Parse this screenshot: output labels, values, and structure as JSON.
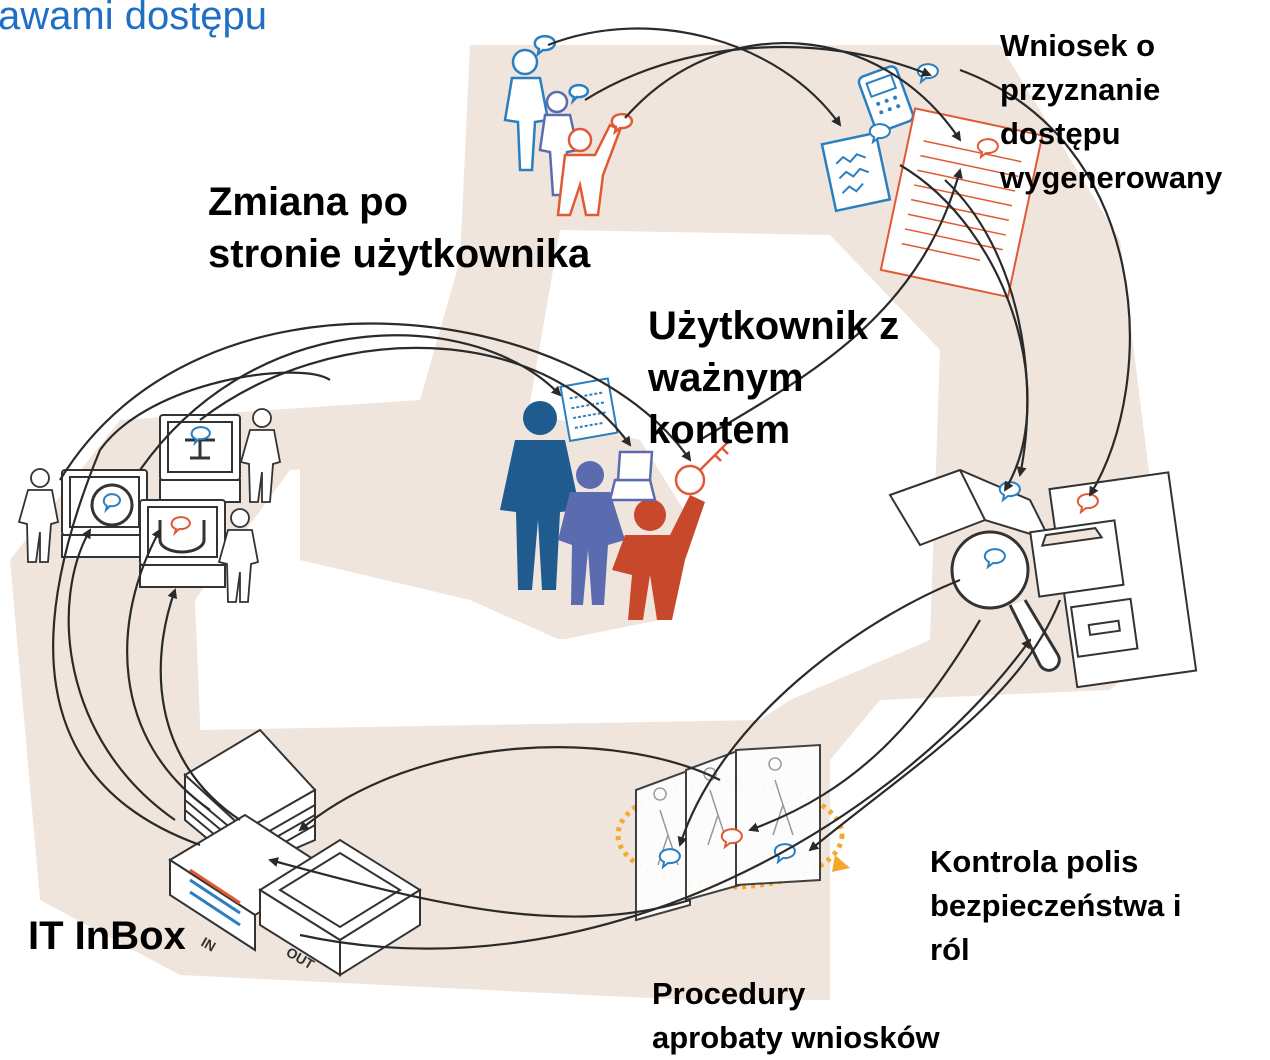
{
  "title_fragment": "awami dostępu",
  "labels": {
    "user_change": [
      "Zmiana po",
      "stronie użytkownika"
    ],
    "access_request": [
      "Wniosek o",
      "przyznanie",
      "dostępu",
      "wygenerowany"
    ],
    "valid_account_user": [
      "Użytkownik z",
      "ważnym",
      "kontem"
    ],
    "policy_control": [
      "Kontrola polis",
      "bezpieczeństwa i",
      "ról"
    ],
    "approval_procedures": [
      "Procedury",
      "aprobaty wniosków"
    ],
    "it_inbox": "IT InBox",
    "tray_in": "IN",
    "tray_out": "OUT"
  },
  "colors": {
    "track": "#efe5dc",
    "blue_person": "#1f5b8f",
    "mid_person": "#5b6bb0",
    "red_person": "#c8482c",
    "outline_blue": "#2a7fc0",
    "outline_red": "#e05a35",
    "arrow": "#2a2a2a",
    "title": "#1f6fc4",
    "dotted_ring": "#f4a830"
  }
}
